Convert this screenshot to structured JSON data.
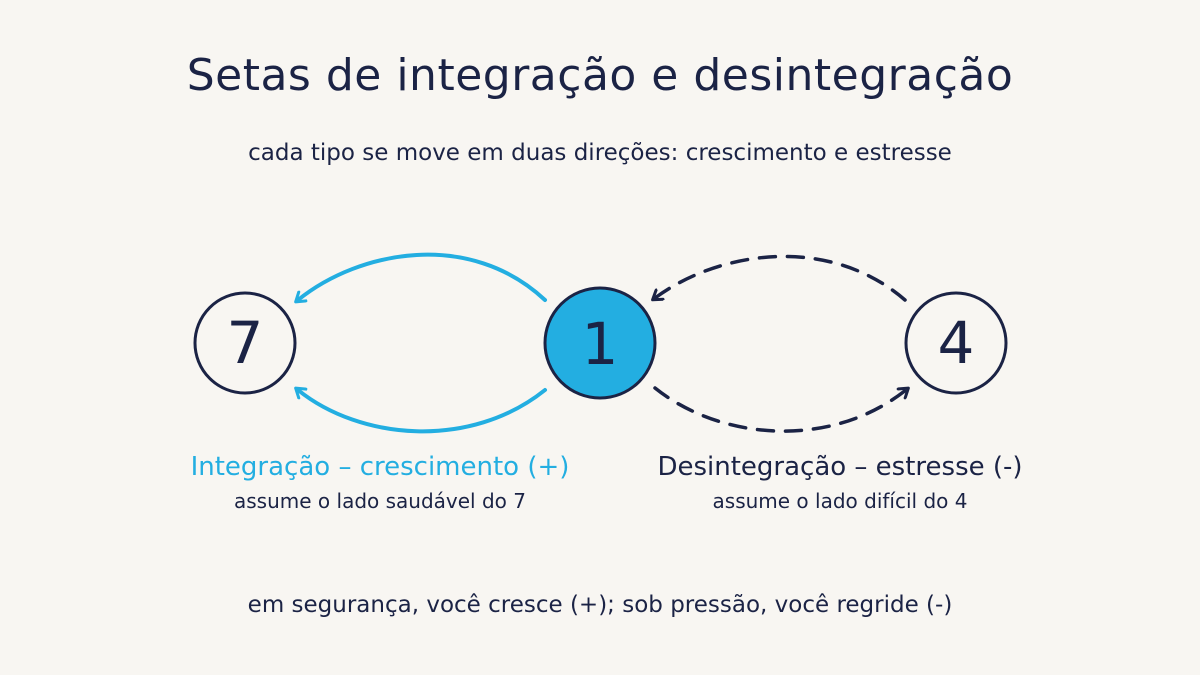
{
  "title": "Setas de integração e desintegração",
  "subtitle": "cada tipo se move em duas direções: crescimento e estresse",
  "nodes": {
    "left": "7",
    "center": "1",
    "right": "4"
  },
  "integration": {
    "heading": "Integração – crescimento (+)",
    "detail": "assume o lado saudável do 7"
  },
  "disintegration": {
    "heading": "Desintegração – estresse (-)",
    "detail": "assume o lado difícil do 4"
  },
  "footer": "em segurança, você cresce (+); sob pressão, você regride (-)",
  "colors": {
    "background": "#f8f6f2",
    "ink": "#1b2345",
    "accent": "#23aee1"
  }
}
